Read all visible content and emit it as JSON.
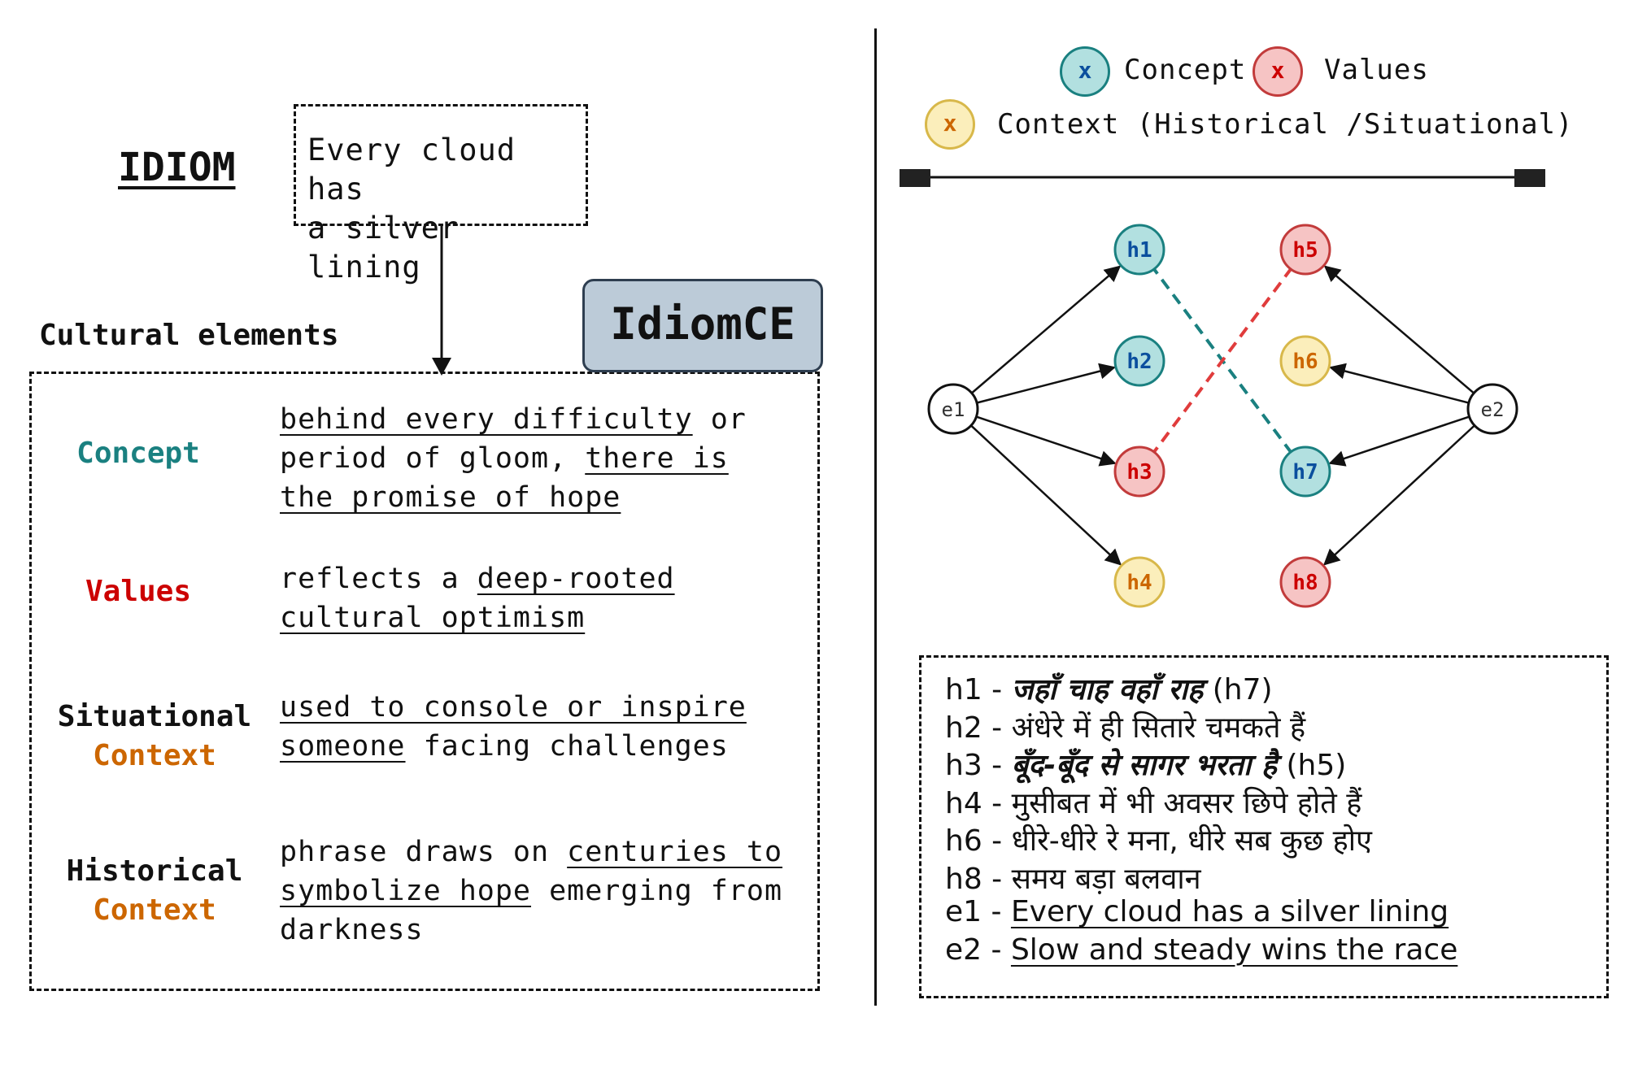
{
  "idiom": {
    "label": "IDIOM",
    "text_line1": "Every cloud has",
    "text_line2": "a silver lining"
  },
  "brand": "IdiomCE",
  "cultural_title": "Cultural elements",
  "elements": {
    "concept": {
      "label": "Concept",
      "color": "#1a8080",
      "l1_a": "behind every difficulty",
      "l1_b": " or",
      "l2_a": "period of gloom, ",
      "l2_b": "there is",
      "l3_a": "the promise of hope"
    },
    "values": {
      "label": "Values",
      "color": "#cc0000",
      "l1_a": "reflects a ",
      "l1_b": "deep-rooted",
      "l2_a": "cultural optimism"
    },
    "situational": {
      "label_top": "Situational",
      "label_bottom": "Context",
      "color": "#cc6600",
      "l1_a": "used to console or inspire",
      "l2_a": "someone",
      "l2_b": " facing challenges"
    },
    "historical": {
      "label_top": "Historical",
      "label_bottom": "Context",
      "color": "#cc6600",
      "l1_a": "phrase draws on ",
      "l1_b": "centuries to",
      "l2_a": "symbolize hope",
      "l2_b": " emerging from",
      "l3_a": "darkness"
    }
  },
  "legend": {
    "marker": "x",
    "concept": {
      "label": "Concept",
      "fill": "#b2e0e0",
      "stroke": "#1a8080",
      "text": "#0b4f9e"
    },
    "values": {
      "label": "Values",
      "fill": "#f6c4c4",
      "stroke": "#c23b3b",
      "text": "#cc0000"
    },
    "context": {
      "label": "Context (Historical /Situational)",
      "fill": "#fbeebb",
      "stroke": "#d8b84a",
      "text": "#cc6600"
    }
  },
  "graph": {
    "e1": "e1",
    "e2": "e2",
    "nodes": [
      {
        "id": "h1",
        "type": "concept"
      },
      {
        "id": "h2",
        "type": "concept"
      },
      {
        "id": "h3",
        "type": "values"
      },
      {
        "id": "h4",
        "type": "context"
      },
      {
        "id": "h5",
        "type": "values"
      },
      {
        "id": "h6",
        "type": "context"
      },
      {
        "id": "h7",
        "type": "concept"
      },
      {
        "id": "h8",
        "type": "values"
      }
    ],
    "dashed_links": [
      {
        "from": "h1",
        "to": "h7",
        "color": "#1a8080"
      },
      {
        "from": "h3",
        "to": "h5",
        "color": "#e03c3c"
      }
    ]
  },
  "listing": [
    {
      "key": "h1",
      "sep": " - ",
      "phrase": "जहाँ चाह वहाँ राह",
      "style": "bold-italic",
      "suffix": " (h7)"
    },
    {
      "key": "h2",
      "sep": " - ",
      "phrase": "अंधेरे में ही सितारे चमकते हैं",
      "style": "plain",
      "suffix": ""
    },
    {
      "key": "h3",
      "sep": " - ",
      "phrase": "बूँद-बूँद से सागर भरता है",
      "style": "bold-italic",
      "suffix": " (h5)"
    },
    {
      "key": "h4",
      "sep": " - ",
      "phrase": "मुसीबत में भी अवसर छिपे होते हैं",
      "style": "plain",
      "suffix": ""
    },
    {
      "key": "h6",
      "sep": " - ",
      "phrase": "धीरे-धीरे रे मना, धीरे सब कुछ होए",
      "style": "plain",
      "suffix": ""
    },
    {
      "key": "h8",
      "sep": " - ",
      "phrase": "समय बड़ा बलवान",
      "style": "plain",
      "suffix": ""
    },
    {
      "key": "e1",
      "sep": " - ",
      "phrase": "Every cloud has a silver lining",
      "style": "underline",
      "suffix": ""
    },
    {
      "key": "e2",
      "sep": " - ",
      "phrase": "Slow and steady wins the race",
      "style": "underline",
      "suffix": ""
    }
  ]
}
